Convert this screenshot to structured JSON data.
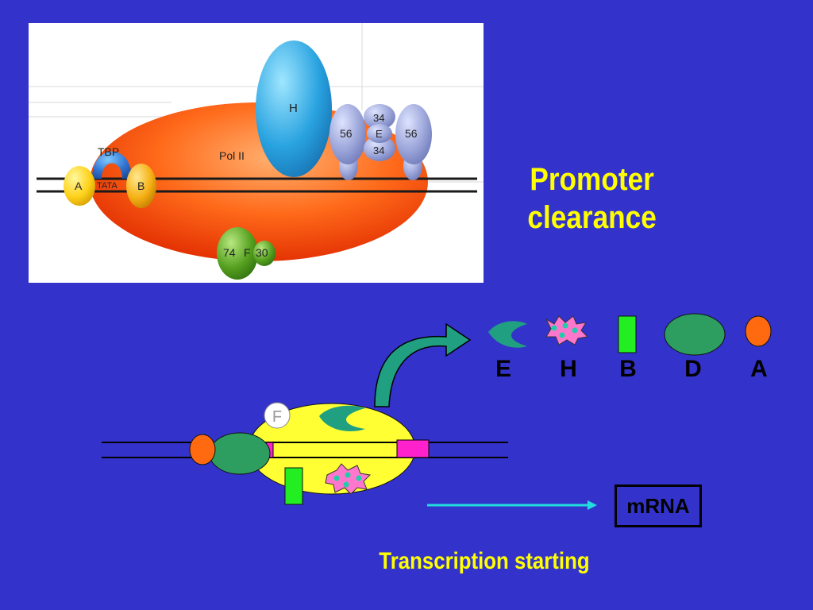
{
  "slide": {
    "title_line1": "Promoter",
    "title_line2": "clearance",
    "caption": "Transcription starting",
    "mrna_label": "mRNA"
  },
  "figure": {
    "polymerase_label": "Pol II",
    "tbp_label": "TBP",
    "tata_label": "TATA",
    "tfiia_label": "A",
    "tfiib_label": "B",
    "tfiih_label": "H",
    "tfiie_label": "E",
    "tfiie_subunit_top": "34",
    "tfiie_subunit_bottom": "34",
    "tfiie_side_left": "56",
    "tfiie_side_right": "56",
    "tfiif_large": "74",
    "tfiif_mid": "F",
    "tfiif_small": "30"
  },
  "schematic": {
    "factor_f_label": "F",
    "released_factors": [
      "E",
      "H",
      "B",
      "D",
      "A"
    ]
  },
  "colors": {
    "background": "#3333cc",
    "title": "#ffff00",
    "pol_ii": "#ff6a1a",
    "tfiih": "#29a3e0",
    "tfiie": "#9aa4d8",
    "tfiif": "#55a020",
    "tfiib": "#f5b014",
    "complex_yellow": "#ffff33",
    "factor_e": "#20a080",
    "factor_b": "#22ee22",
    "factor_d": "#2e9e60",
    "factor_a": "#ff6a10",
    "promoter_box": "#ff22cc",
    "arrow": "#22cccc"
  }
}
